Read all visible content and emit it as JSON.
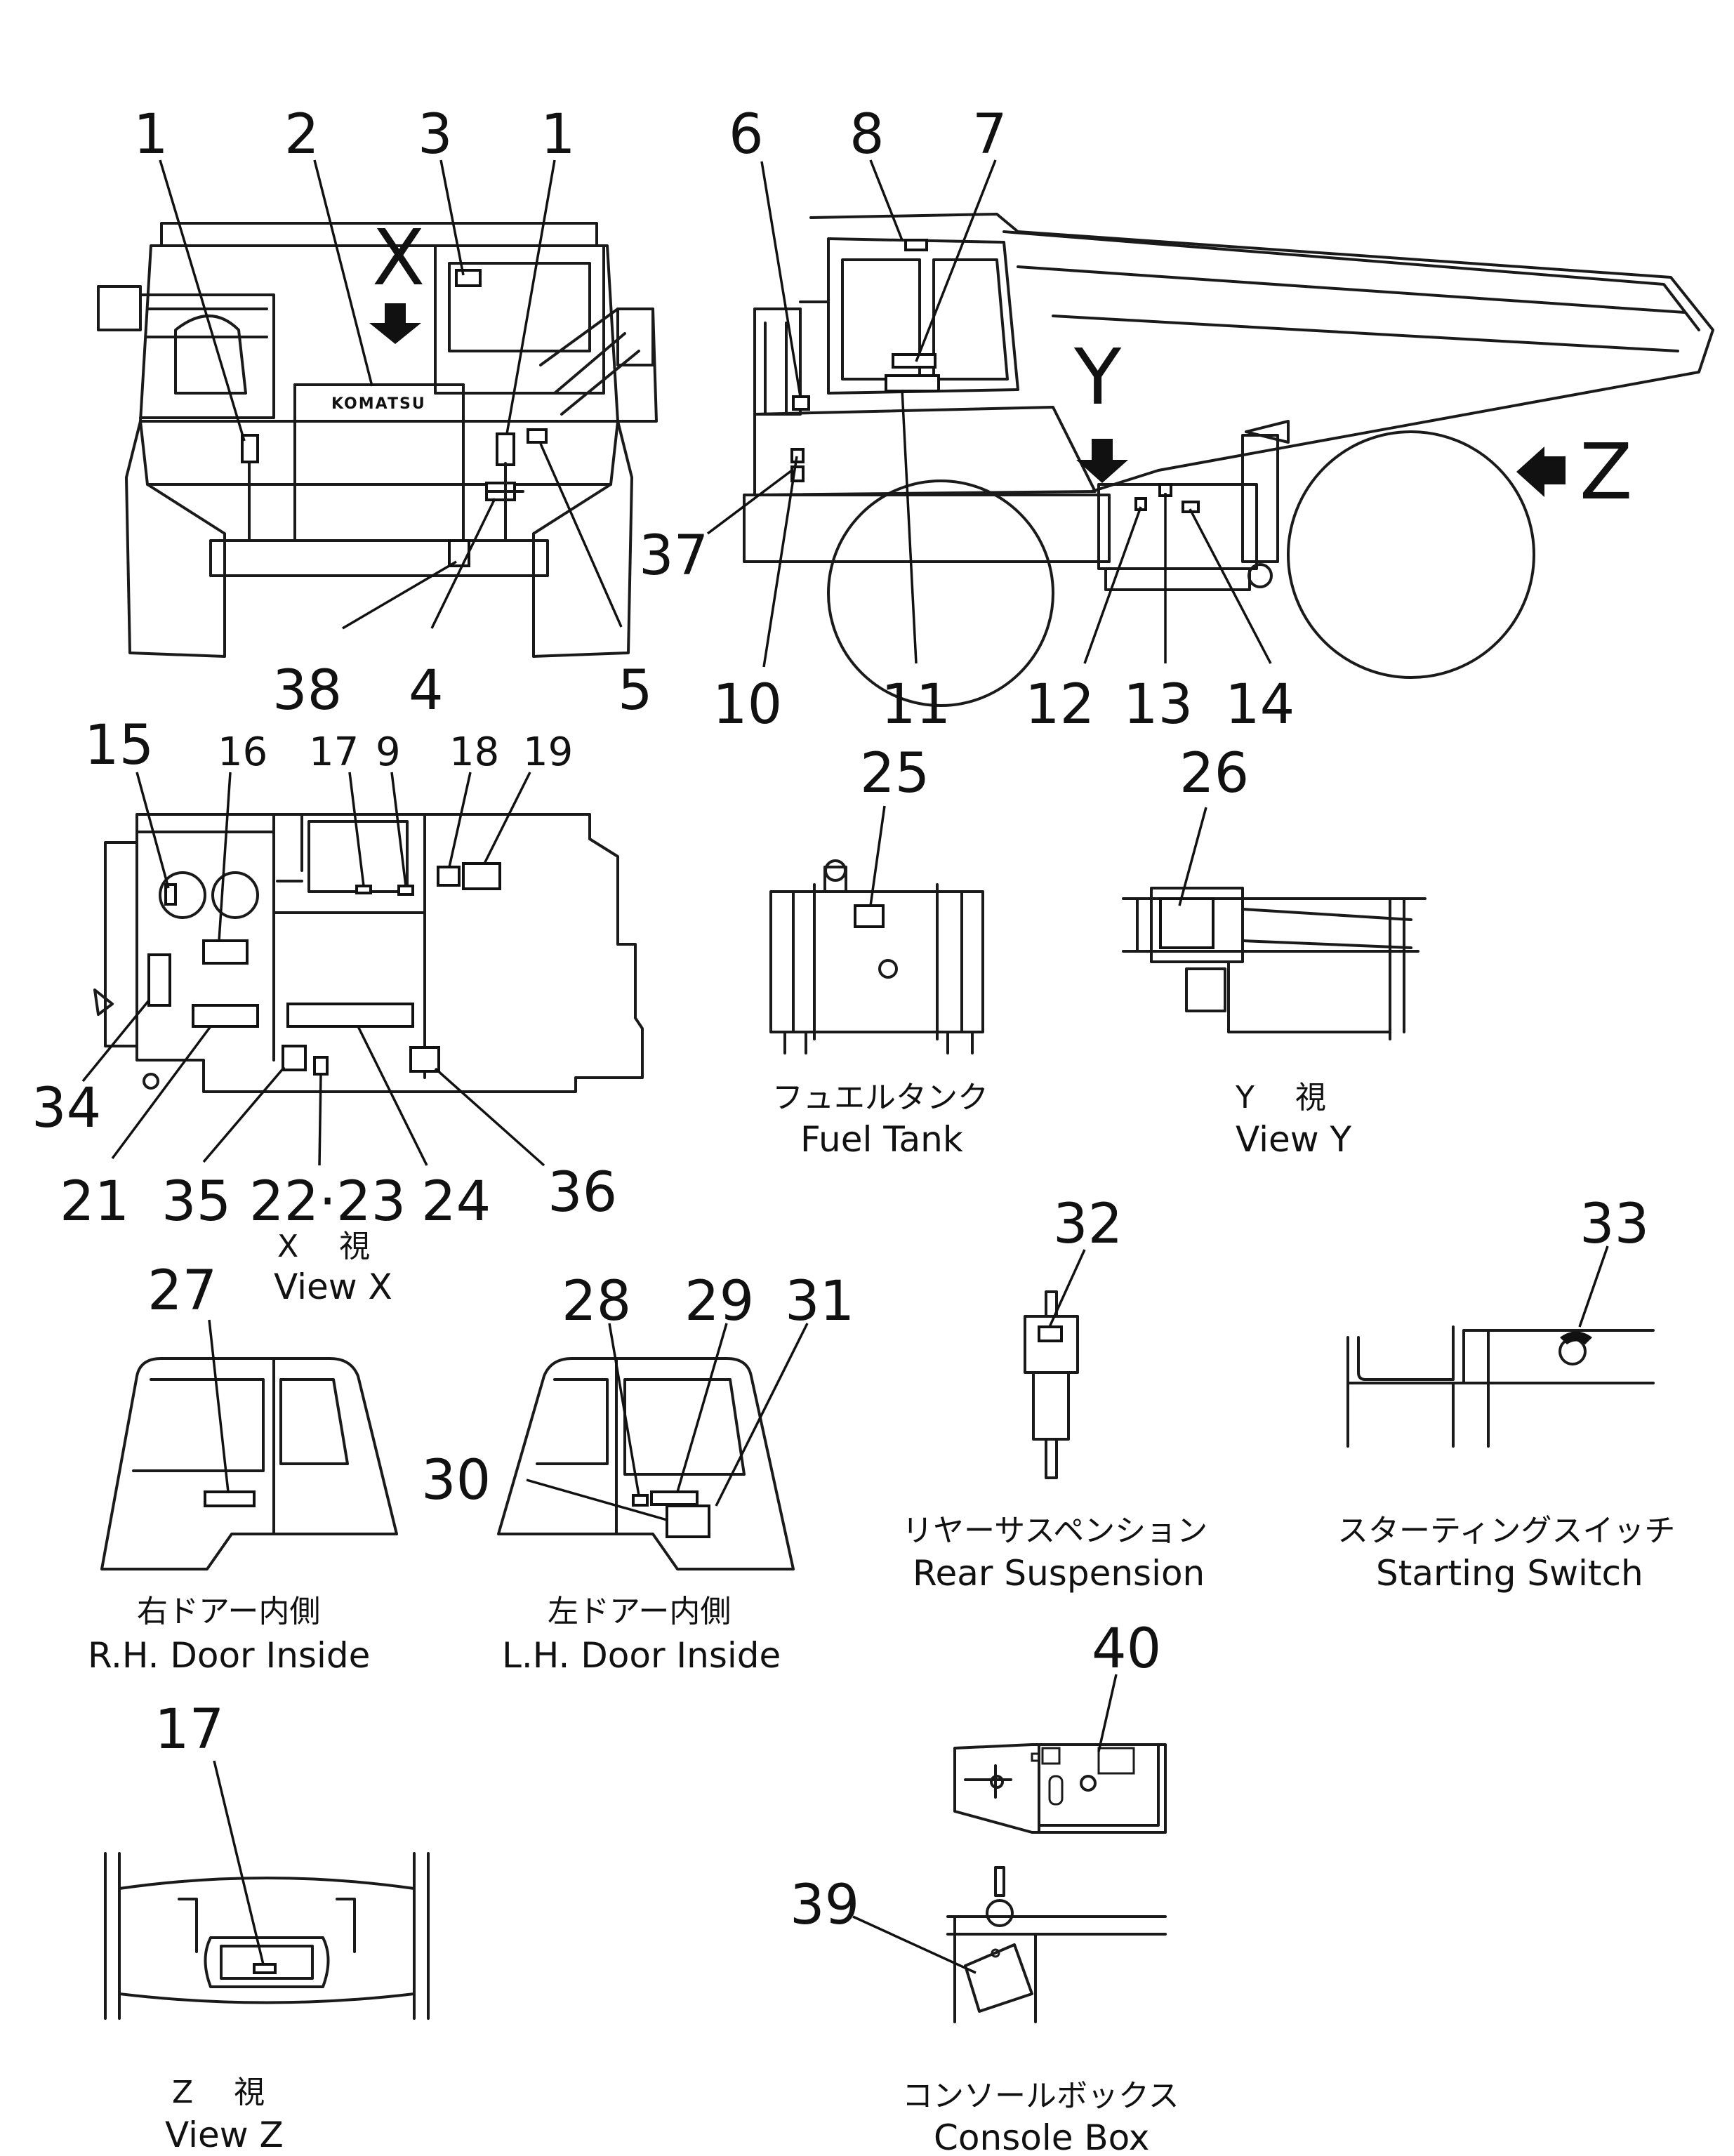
{
  "big_letters": {
    "x": "X",
    "y": "Y",
    "z": "Z"
  },
  "brand_plate": "KOMATSU",
  "front_view": {
    "callouts": {
      "n1a": "1",
      "n2": "2",
      "n3": "3",
      "n1b": "1",
      "n38": "38",
      "n4": "4",
      "n5": "5"
    }
  },
  "side_view": {
    "callouts": {
      "n6": "6",
      "n8": "8",
      "n7": "7",
      "n37": "37",
      "n10": "10",
      "n11": "11",
      "n12": "12",
      "n13": "13",
      "n14": "14"
    }
  },
  "view_x": {
    "callouts": {
      "n15": "15",
      "n16": "16",
      "n17": "17",
      "n9": "9",
      "n18": "18",
      "n19": "19",
      "n34": "34",
      "n21": "21",
      "n35": "35",
      "n22_23": "22·23",
      "n24": "24",
      "n36": "36"
    },
    "caption_jp": "X　 視",
    "caption_en": "View  X"
  },
  "fuel_tank": {
    "callout": "25",
    "caption_jp": "フュエルタンク",
    "caption_en": "Fuel Tank"
  },
  "view_y": {
    "callout": "26",
    "caption_jp": "Y　 視",
    "caption_en": "View  Y"
  },
  "rh_door": {
    "callout": "27",
    "caption_jp": "右ドアー内側",
    "caption_en": "R.H. Door Inside"
  },
  "lh_door": {
    "callouts": {
      "n28": "28",
      "n29": "29",
      "n31": "31",
      "n30": "30"
    },
    "caption_jp": "左ドアー内側",
    "caption_en": "L.H. Door Inside"
  },
  "rear_suspension": {
    "callout": "32",
    "caption_jp": "リヤーサスペンション",
    "caption_en": "Rear Suspension"
  },
  "starting_switch": {
    "callout": "33",
    "caption_jp": "スターティングスイッチ",
    "caption_en": "Starting Switch"
  },
  "view_z": {
    "callout": "17",
    "caption_jp": "Z　 視",
    "caption_en": "View  Z"
  },
  "console_box": {
    "callouts": {
      "n40": "40",
      "n39": "39"
    },
    "caption_jp": "コンソールボックス",
    "caption_en": "Console Box"
  }
}
